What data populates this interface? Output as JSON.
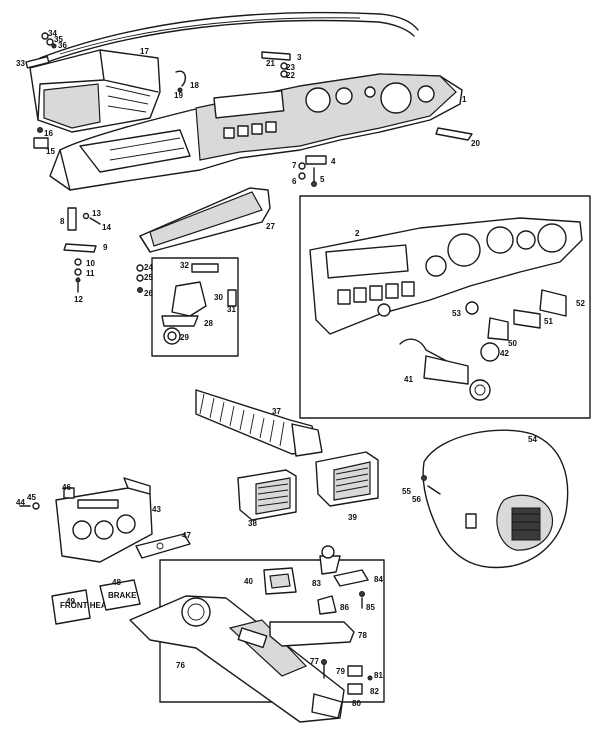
{
  "diagram": {
    "callouts": [
      {
        "id": "c1",
        "text": "1"
      },
      {
        "id": "c2",
        "text": "2"
      },
      {
        "id": "c3",
        "text": "3"
      },
      {
        "id": "c4",
        "text": "4"
      },
      {
        "id": "c5",
        "text": "5"
      },
      {
        "id": "c6",
        "text": "6"
      },
      {
        "id": "c7",
        "text": "7"
      },
      {
        "id": "c8",
        "text": "8"
      },
      {
        "id": "c9",
        "text": "9"
      },
      {
        "id": "c10",
        "text": "10"
      },
      {
        "id": "c11",
        "text": "11"
      },
      {
        "id": "c12",
        "text": "12"
      },
      {
        "id": "c13",
        "text": "13"
      },
      {
        "id": "c14",
        "text": "14"
      },
      {
        "id": "c15",
        "text": "15"
      },
      {
        "id": "c16",
        "text": "16"
      },
      {
        "id": "c17",
        "text": "17"
      },
      {
        "id": "c18",
        "text": "18"
      },
      {
        "id": "c19",
        "text": "19"
      },
      {
        "id": "c20",
        "text": "20"
      },
      {
        "id": "c21",
        "text": "21"
      },
      {
        "id": "c22",
        "text": "22"
      },
      {
        "id": "c23",
        "text": "23"
      },
      {
        "id": "c24",
        "text": "24"
      },
      {
        "id": "c25",
        "text": "25"
      },
      {
        "id": "c26",
        "text": "26"
      },
      {
        "id": "c27",
        "text": "27"
      },
      {
        "id": "c28",
        "text": "28"
      },
      {
        "id": "c29",
        "text": "29"
      },
      {
        "id": "c30",
        "text": "30"
      },
      {
        "id": "c31",
        "text": "31"
      },
      {
        "id": "c32",
        "text": "32"
      },
      {
        "id": "c33",
        "text": "33"
      },
      {
        "id": "c34",
        "text": "34"
      },
      {
        "id": "c35",
        "text": "35"
      },
      {
        "id": "c36",
        "text": "36"
      },
      {
        "id": "c37",
        "text": "37"
      },
      {
        "id": "c38",
        "text": "38"
      },
      {
        "id": "c39",
        "text": "39"
      },
      {
        "id": "c40",
        "text": "40"
      },
      {
        "id": "c41",
        "text": "41"
      },
      {
        "id": "c42",
        "text": "42"
      },
      {
        "id": "c43",
        "text": "43"
      },
      {
        "id": "c44",
        "text": "44"
      },
      {
        "id": "c45",
        "text": "45"
      },
      {
        "id": "c46",
        "text": "46"
      },
      {
        "id": "c47",
        "text": "47"
      },
      {
        "id": "c48",
        "text": "48"
      },
      {
        "id": "c49",
        "text": "49"
      },
      {
        "id": "c50",
        "text": "50"
      },
      {
        "id": "c51",
        "text": "51"
      },
      {
        "id": "c52",
        "text": "52"
      },
      {
        "id": "c53",
        "text": "53"
      },
      {
        "id": "c54",
        "text": "54"
      },
      {
        "id": "c55",
        "text": "55"
      },
      {
        "id": "c56",
        "text": "56"
      },
      {
        "id": "c76",
        "text": "76"
      },
      {
        "id": "c77",
        "text": "77"
      },
      {
        "id": "c78",
        "text": "78"
      },
      {
        "id": "c79",
        "text": "79"
      },
      {
        "id": "c80",
        "text": "80"
      },
      {
        "id": "c81",
        "text": "81"
      },
      {
        "id": "c82",
        "text": "82"
      },
      {
        "id": "c83",
        "text": "83"
      },
      {
        "id": "c84",
        "text": "84"
      },
      {
        "id": "c85",
        "text": "85"
      },
      {
        "id": "c86",
        "text": "86"
      }
    ],
    "switch_labels": {
      "left_switch": "FRONT HEAT",
      "right_switch": "BRAKE"
    }
  }
}
